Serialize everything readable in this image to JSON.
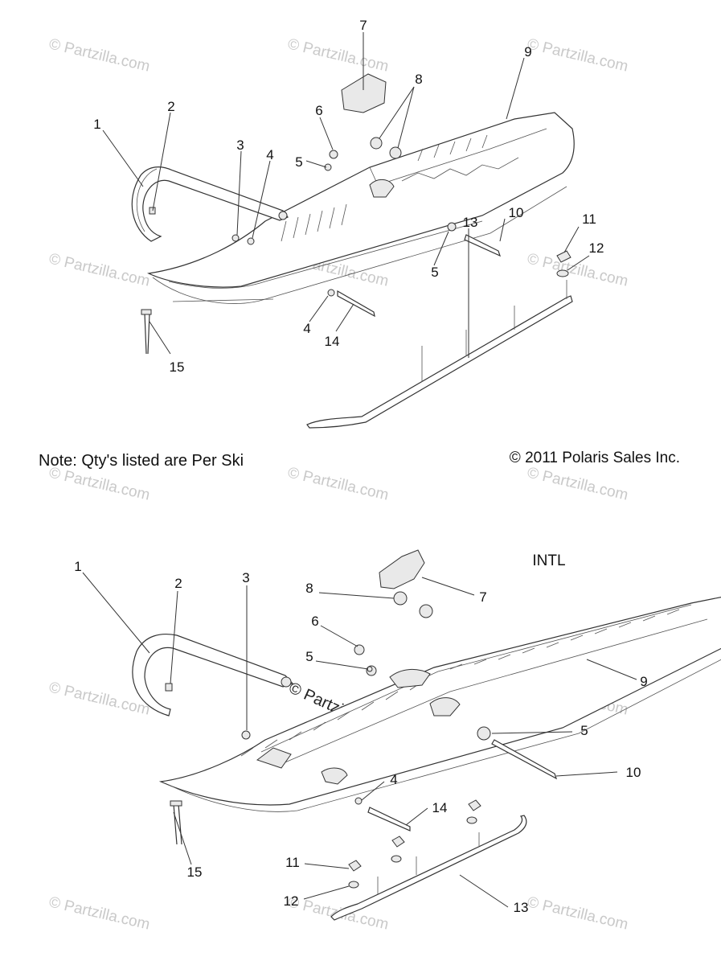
{
  "note": "Note: Qty's listed are Per Ski",
  "copyright": "© 2011 Polaris Sales Inc.",
  "intl_label": "INTL",
  "watermark": "© Partzilla.com",
  "top_callouts": [
    "1",
    "2",
    "3",
    "4",
    "5",
    "6",
    "7",
    "8",
    "9",
    "10",
    "11",
    "12",
    "5",
    "4",
    "14",
    "13",
    "15"
  ],
  "bottom_callouts": [
    "1",
    "2",
    "3",
    "7",
    "8",
    "6",
    "5",
    "9",
    "5",
    "10",
    "4",
    "14",
    "11",
    "12",
    "13",
    "15"
  ]
}
